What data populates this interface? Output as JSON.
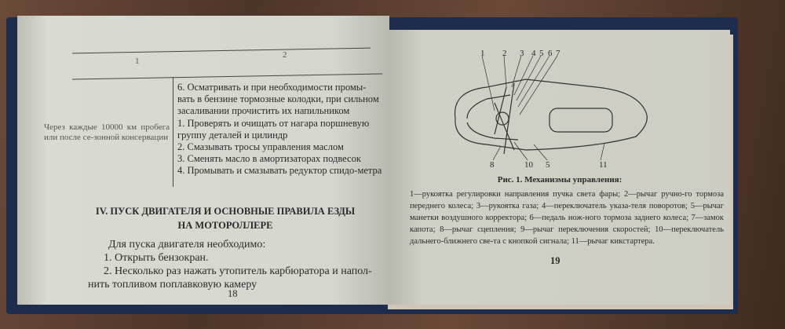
{
  "left_page": {
    "table": {
      "col_headers": [
        "1",
        "2"
      ],
      "col1_text": "Через каждые 10000 км пробега или после се-зонной консервации",
      "col2_items": [
        "6. Осматривать и при необходимости промы-вать в бензине тормозные колодки, при сильном засаливании прочистить их напильником",
        "1. Проверять и очищать от нагара поршневую группу деталей и цилиндр",
        "2. Смазывать тросы управления маслом",
        "3. Сменять масло в амортизаторах подвесок",
        "4. Промывать и смазывать редуктор спидо-метра"
      ]
    },
    "section_heading_line1": "IV. ПУСК ДВИГАТЕЛЯ И ОСНОВНЫЕ ПРАВИЛА ЕЗДЫ",
    "section_heading_line2": "НА МОТОРОЛЛЕРЕ",
    "paragraphs": [
      "Для пуска двигателя необходимо:",
      "1. Открыть бензокран.",
      "2. Несколько раз нажать утопитель карбюратора и напол-нить топливом поплавковую камеру"
    ],
    "page_number": "18"
  },
  "right_page": {
    "figure_labels_top": [
      "1",
      "2",
      "3",
      "4",
      "5",
      "6",
      "7"
    ],
    "figure_labels_bottom": [
      "8",
      "10",
      "5",
      "11"
    ],
    "caption_title": "Рис. 1. Механизмы управления:",
    "caption_text": "1—рукоятка регулировки направления пучка света фары; 2—рычаг ручно-го тормоза переднего колеса; 3—рукоятка газа; 4—переключатель указа-теля поворотов; 5—рычаг манетки воздушного корректора; 6—педаль нож-ного тормоза заднего колеса; 7—замок капота; 8—рычаг сцепления; 9—рычаг переключения скоростей; 10—переключатель дальнего-ближнего све-та с кнопкой сигнала; 11—рычаг кикстартера.",
    "page_number": "19"
  }
}
